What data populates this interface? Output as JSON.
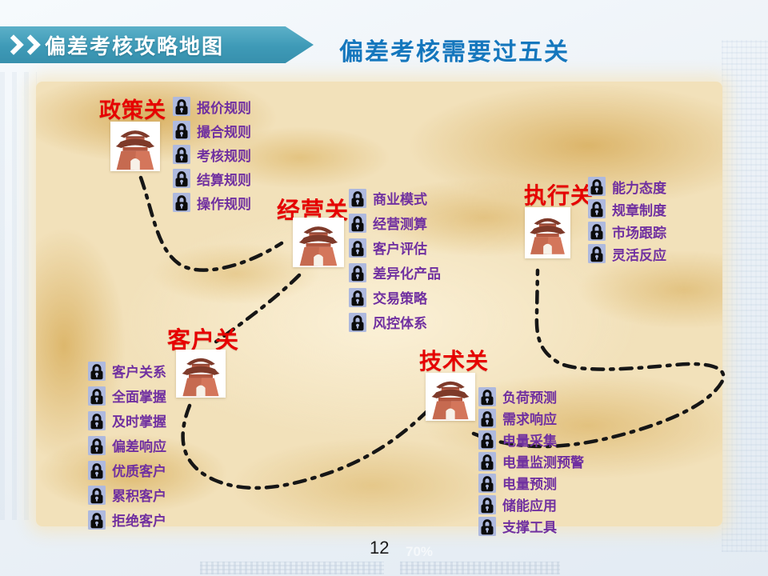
{
  "banner": {
    "label": "偏差考核攻略地图"
  },
  "title": "偏差考核需要过五关",
  "page_number": "12",
  "watermark": "70%",
  "icons": {
    "banner_chevrons": "double-chevron-right",
    "lock": "padlock",
    "tower": "chinese-gate-tower"
  },
  "colors": {
    "banner_teal": "#3e9ab7",
    "title_blue": "#1577bd",
    "pass_red": "#e60000",
    "item_purple": "#7030a0",
    "lock_bg": "#aeb9de",
    "map_beige": "#f2e1ba",
    "route_black": "#161616"
  },
  "passes": [
    {
      "name": "政策关",
      "items": [
        "报价规则",
        "撮合规则",
        "考核规则",
        "结算规则",
        "操作规则"
      ]
    },
    {
      "name": "经营关",
      "items": [
        "商业模式",
        "经营测算",
        "客户评估",
        "差异化产品",
        "交易策略",
        "风控体系"
      ]
    },
    {
      "name": "客户关",
      "items": [
        "客户关系",
        "全面掌握",
        "及时掌握",
        "偏差响应",
        "优质客户",
        "累积客户",
        "拒绝客户"
      ]
    },
    {
      "name": "技术关",
      "items": [
        "负荷预测",
        "需求响应",
        "电量采集",
        "电量监测预警",
        "电量预测",
        "储能应用",
        "支撑工具"
      ]
    },
    {
      "name": "执行关",
      "items": [
        "能力态度",
        "规章制度",
        "市场跟踪",
        "灵活反应"
      ]
    }
  ]
}
